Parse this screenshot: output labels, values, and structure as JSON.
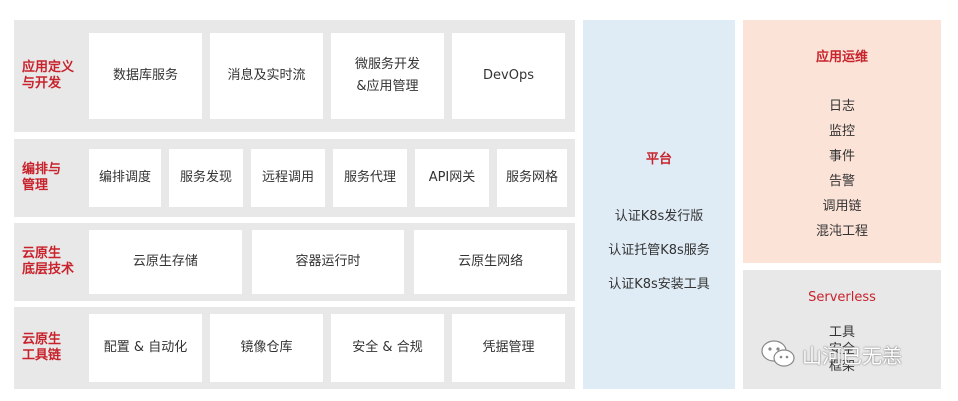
{
  "layers": [
    {
      "label": [
        "应用定义",
        "与开发"
      ],
      "cells": [
        [
          "数据库服务"
        ],
        [
          "消息及实时流"
        ],
        [
          "微服务开发",
          "&应用管理"
        ],
        [
          "DevOps"
        ]
      ]
    },
    {
      "label": [
        "编排与",
        "管理"
      ],
      "cells": [
        [
          "编排调度"
        ],
        [
          "服务发现"
        ],
        [
          "远程调用"
        ],
        [
          "服务代理"
        ],
        [
          "API网关"
        ],
        [
          "服务网格"
        ]
      ]
    },
    {
      "label": [
        "云原生",
        "底层技术"
      ],
      "cells": [
        [
          "云原生存储"
        ],
        [
          "容器运行时"
        ],
        [
          "云原生网络"
        ]
      ]
    },
    {
      "label": [
        "云原生",
        "工具链"
      ],
      "cells": [
        [
          "配置 & 自动化"
        ],
        [
          "镜像仓库"
        ],
        [
          "安全 & 合规"
        ],
        [
          "凭据管理"
        ]
      ]
    }
  ],
  "platform": {
    "title": "平台",
    "items": [
      "认证K8s发行版",
      "认证托管K8s服务",
      "认证K8s安装工具"
    ]
  },
  "ops": {
    "title": "应用运维",
    "items": [
      "日志",
      "监控",
      "事件",
      "告警",
      "调用链",
      "混沌工程"
    ]
  },
  "serverless": {
    "title": "Serverless",
    "items": [
      "工具",
      "安全",
      "框架"
    ]
  },
  "watermark": {
    "text": "山河已无恙",
    "icon": "wechat-icon"
  },
  "colors": {
    "accent": "#c8232c",
    "layer_bg": "#e8e8e8",
    "platform_bg": "#dfecf6",
    "ops_bg": "#fbe3d8"
  }
}
